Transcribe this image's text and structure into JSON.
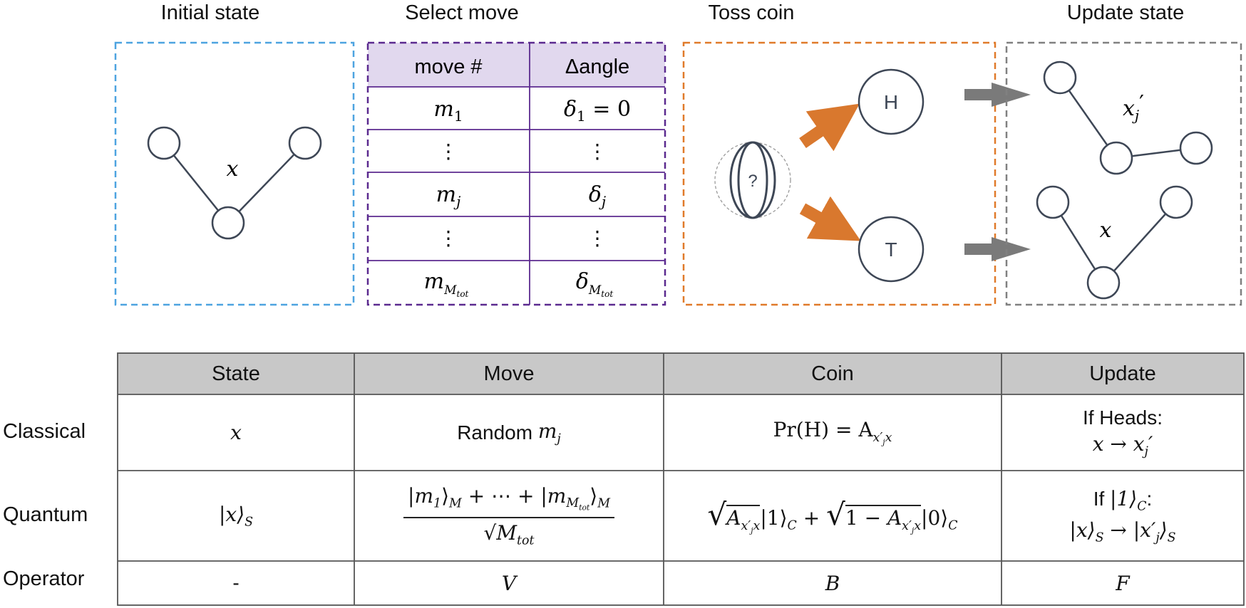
{
  "panels": {
    "initial": {
      "title": "Initial state",
      "state_label": "x"
    },
    "select": {
      "title": "Select move",
      "table": {
        "headers": [
          "move #",
          "Δangle"
        ],
        "rows": [
          [
            "m₁",
            "δ₁ = 0"
          ],
          [
            "⋮",
            "⋮"
          ],
          [
            "mⱼ",
            "δⱼ"
          ],
          [
            "⋮",
            "⋮"
          ],
          [
            "m_Mtot",
            "δ_Mtot"
          ]
        ]
      }
    },
    "toss": {
      "title": "Toss coin",
      "coin_symbol": "?",
      "heads": "H",
      "tails": "T"
    },
    "update": {
      "title": "Update state",
      "state_new": "xj′",
      "state_old": "x"
    }
  },
  "colors": {
    "initial_border": "#4da3e0",
    "select_border": "#5b2a8f",
    "select_header_bg": "#e1d8ee",
    "toss_border": "#e07a2a",
    "update_border": "#808080",
    "arrow_orange": "#d9782e",
    "arrow_gray": "#7a7a7a",
    "node_stroke": "#3e4756",
    "table_header_bg": "#c8c8c8"
  },
  "summary": {
    "headers": [
      "State",
      "Move",
      "Coin",
      "Update"
    ],
    "rows": [
      {
        "label": "Classical",
        "state": "x",
        "move_text": "Random ",
        "coin": "Pr(H) = A",
        "update_line1": "If Heads:",
        "update_line2": "x → xj′"
      },
      {
        "label": "Quantum",
        "state": "|x⟩S",
        "move": "(|m₁⟩M + ⋯ + |m_Mtot⟩M) / √M_tot",
        "coin": "√A|1⟩C + √(1 − A)|0⟩C",
        "update_line1_prefix": "If ",
        "update_line1_suffix": ":",
        "update_line2": "|x⟩S → |x′j⟩S"
      },
      {
        "label": "Operator",
        "state": "-",
        "move": "V",
        "coin": "B",
        "update": "F"
      }
    ]
  }
}
